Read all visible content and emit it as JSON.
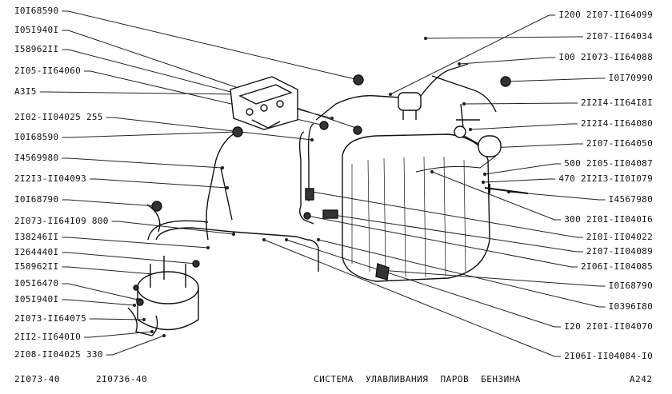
{
  "left_labels": [
    "I0I68590",
    "I05I940I",
    "I58962II",
    "2I05-II64060",
    "A3I5",
    "2I02-II04025 255",
    "I0I68590",
    "I4569980",
    "2I2I3-II04093",
    "I0I68790",
    "2I073-II64I09 800",
    "I38246II",
    "I264440I",
    "I58962II",
    "I05I6470",
    "I05I940I",
    "2I073-II64075",
    "2II2-II640I0",
    "2I08-II04025 330"
  ],
  "right_labels": [
    "I200 2I07-II64099",
    "2I07-II64034",
    "I00 2I073-II64088",
    "I0I70990",
    "2I2I4-II64I8I",
    "2I2I4-II64080",
    "2I07-II64050",
    "500 2I05-II04087",
    "470 2I2I3-II0I079",
    "I4567980",
    "300 2I0I-II040I6",
    "2I0I-II04022",
    "2I07-II04089",
    "2I06I-II04085",
    "I0I68790",
    "I0396I80",
    "I20 2I0I-II04070",
    "2I06I-II04084-I0"
  ],
  "footer": {
    "model_1": "2I073-40",
    "model_2": "2I0736-40",
    "title": "СИСТЕМА УЛАВЛИВАНИЯ ПАРОВ БЕНЗИНА",
    "page": "A242"
  }
}
